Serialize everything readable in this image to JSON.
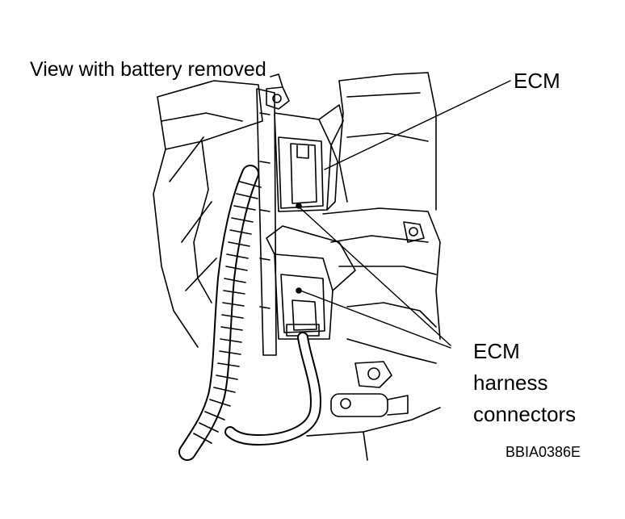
{
  "diagram": {
    "view_note": "View with battery removed",
    "labels": {
      "ecm": "ECM",
      "harness_line1": "ECM",
      "harness_line2": "harness",
      "harness_line3": "connectors"
    },
    "figure_code": "BBIA0386E"
  },
  "colors": {
    "ink": "#000000",
    "paper": "#ffffff"
  }
}
